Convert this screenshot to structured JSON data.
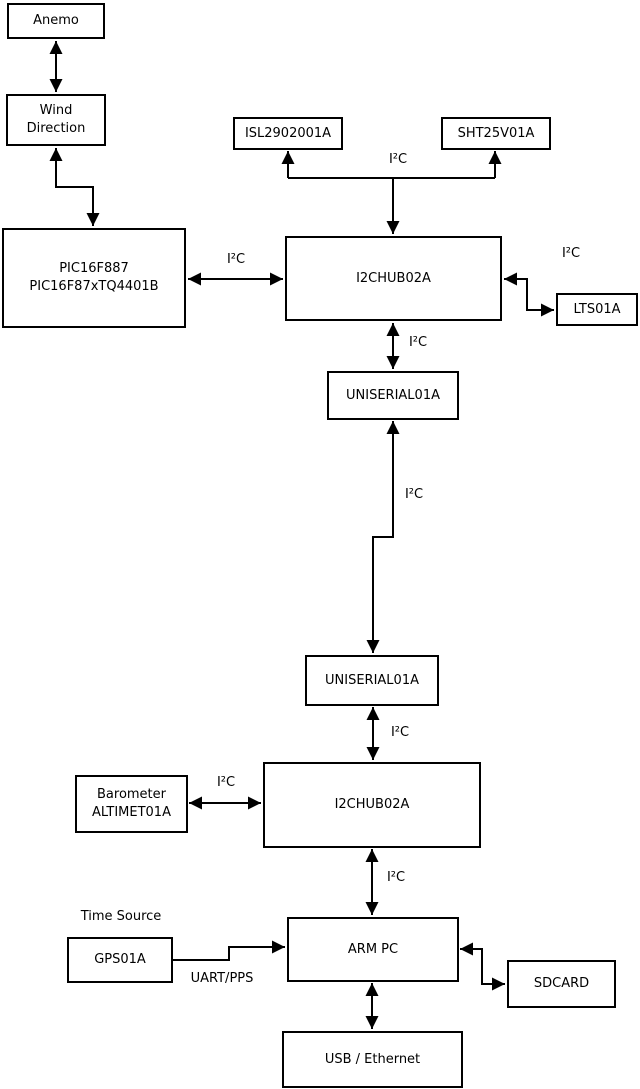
{
  "diagram": {
    "boxes": {
      "anemo": "Anemo",
      "wind_direction": "Wind\nDirection",
      "pic": "PIC16F887\nPIC16F87xTQ4401B",
      "isl": "ISL2902001A",
      "sht": "SHT25V01A",
      "hub1": "I2CHUB02A",
      "lts": "LTS01A",
      "uniserial1": "UNISERIAL01A",
      "uniserial2": "UNISERIAL01A",
      "barometer": "Barometer\nALTIMET01A",
      "hub2": "I2CHUB02A",
      "gps": "GPS01A",
      "arm_pc": "ARM PC",
      "sdcard": "SDCARD",
      "usb_ethernet": "USB / Ethernet"
    },
    "edge_labels": {
      "sensors_bus": "I²C",
      "pic_hub1": "I²C",
      "hub1_lts": "I²C",
      "hub1_uniserial1": "I²C",
      "uniserial1_uniserial2": "I²C",
      "uniserial2_hub2": "I²C",
      "barometer_hub2": "I²C",
      "hub2_armpc": "I²C",
      "gps_caption": "Time Source",
      "gps_armpc": "UART/PPS"
    },
    "colors": {
      "background": "#ffffff",
      "line": "#000000",
      "box_fill": "#ffffff",
      "text": "#000000"
    }
  }
}
